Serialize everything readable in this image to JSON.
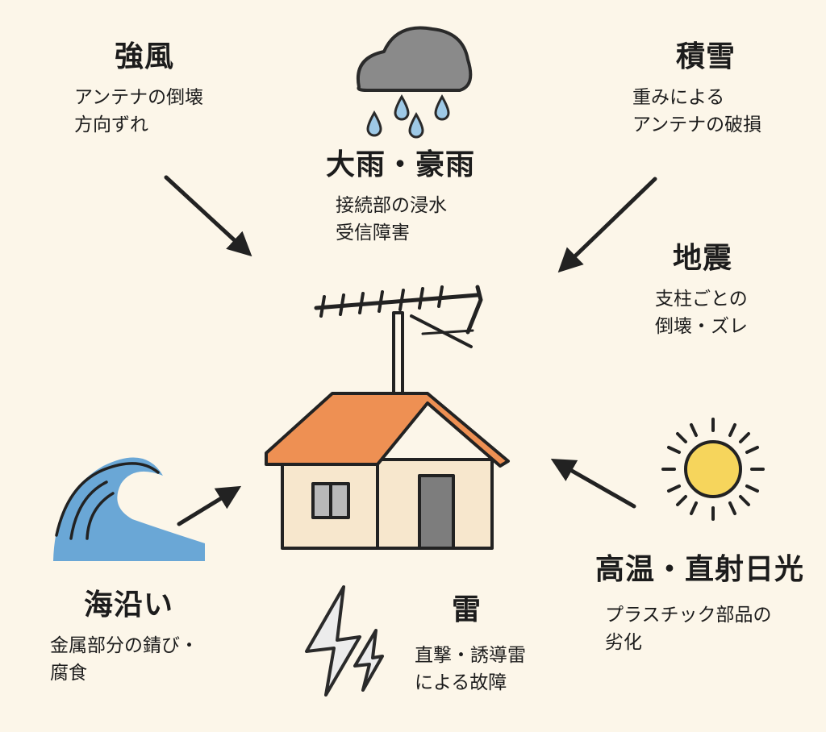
{
  "hazards": {
    "wind": {
      "title": "強風",
      "lines": [
        "アンテナの倒壊",
        "方向ずれ"
      ]
    },
    "rain": {
      "title": "大雨・豪雨",
      "lines": [
        "接続部の浸水",
        "受信障害"
      ]
    },
    "snow": {
      "title": "積雪",
      "lines": [
        "重みによる",
        "アンテナの破損"
      ]
    },
    "earthquake": {
      "title": "地震",
      "lines": [
        "支柱ごとの",
        "倒壊・ズレ"
      ]
    },
    "coast": {
      "title": "海沿い",
      "lines": [
        "金属部分の錆び・",
        "腐食"
      ]
    },
    "lightning": {
      "title": "雷",
      "lines": [
        "直撃・誘導雷",
        "による故障"
      ]
    },
    "heat": {
      "title": "高温・直射日光",
      "lines": [
        "プラスチック部品の",
        "劣化"
      ]
    }
  },
  "colors": {
    "background": "#fcf6e9",
    "roof": "#ee9053",
    "wall": "#f7e7cd",
    "door": "#7d7d7d",
    "window": "#b9b9b9",
    "cloud": "#8a8a8a",
    "raindrop": "#9ec9e6",
    "sun": "#f6d55c",
    "wave": "#6aa7d6",
    "outline": "#222222"
  },
  "icons": [
    "rain-cloud-icon",
    "antenna-icon",
    "house-icon",
    "wave-icon",
    "lightning-icon",
    "sun-icon"
  ]
}
